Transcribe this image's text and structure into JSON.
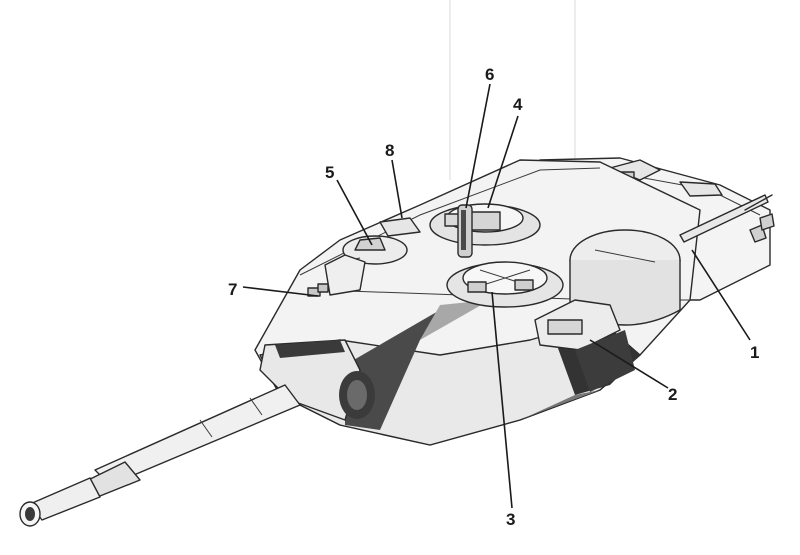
{
  "figure": {
    "subject": "tank-turret-cutaway",
    "colors": {
      "background": "#ffffff",
      "ink": "#2a2a2a",
      "hull_light": "#f2f2f2",
      "hull_mid": "#d9d9d9",
      "shadow": "#4a4a4a",
      "deep_shadow": "#2e2e2e"
    }
  },
  "callouts": [
    {
      "number": "1"
    },
    {
      "number": "2"
    },
    {
      "number": "3"
    },
    {
      "number": "4"
    },
    {
      "number": "5"
    },
    {
      "number": "6"
    },
    {
      "number": "7"
    },
    {
      "number": "8"
    }
  ]
}
